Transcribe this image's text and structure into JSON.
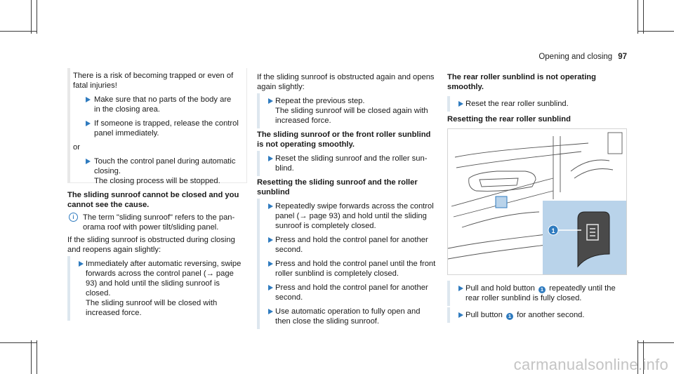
{
  "header": {
    "section": "Opening and closing",
    "page": "97"
  },
  "warning": {
    "intro": "There is a risk of becoming trapped or even of fatal injuries!",
    "steps": [
      "Make sure that no parts of the body are in the closing area.",
      "If someone is trapped, release the con­trol panel immediately."
    ],
    "or": "or",
    "step3_line1": "Touch the control panel during auto­matic closing.",
    "step3_line2": "The closing process will be stopped."
  },
  "col1": {
    "heading": "The sliding sunroof cannot be closed and you cannot see the cause.",
    "note": "The term \"sliding sunroof\" refers to the pan­orama roof with power tilt/sliding panel.",
    "para": "If the sliding sunroof is obstructed during closing and reopens again slightly:",
    "step_line1": "Immediately after automatic reversing, swipe forwards across the control panel (→ page 93) and hold until the sliding sun­roof is closed.",
    "step_line2": "The sliding sunroof will be closed with increased force."
  },
  "col2": {
    "para": "If the sliding sunroof is obstructed again and opens again slightly:",
    "step1_line1": "Repeat the previous step.",
    "step1_line2": "The sliding sunroof will be closed again with increased force.",
    "heading1": "The sliding sunroof or the front roller sun­blind is not operating smoothly.",
    "step2": "Reset the sliding sunroof and the roller sun­blind.",
    "heading2": "Resetting the sliding sunroof and the roller sunblind",
    "steps": [
      "Repeatedly swipe forwards across the con­trol panel (→ page 93) and hold until the sliding sunroof is completely closed.",
      "Press and hold the control panel for another second.",
      "Press and hold the control panel until the front roller sunblind is completely closed.",
      "Press and hold the control panel for another second.",
      "Use automatic operation to fully open and then close the sliding sunroof."
    ]
  },
  "col3": {
    "heading1": "The rear roller sunblind is not operating smoothly.",
    "step1": "Reset the rear roller sunblind.",
    "heading2": "Resetting the rear roller sunblind",
    "figure_callout": "1",
    "step2_pre": "Pull and hold button",
    "step2_badge": "1",
    "step2_post": "repeatedly until the rear roller sunblind is fully closed.",
    "step3_pre": "Pull button",
    "step3_badge": "1",
    "step3_post": "for another second."
  },
  "icons": {
    "step_arrow": "arrow-right-icon",
    "note": "info-icon",
    "figure_button": "sunblind-button-icon"
  },
  "colors": {
    "accent": "#2f7bbf",
    "step_bar": "#dde7ef",
    "figure_inset": "#b9d3ea"
  },
  "watermark": "carmanualsonline.info"
}
